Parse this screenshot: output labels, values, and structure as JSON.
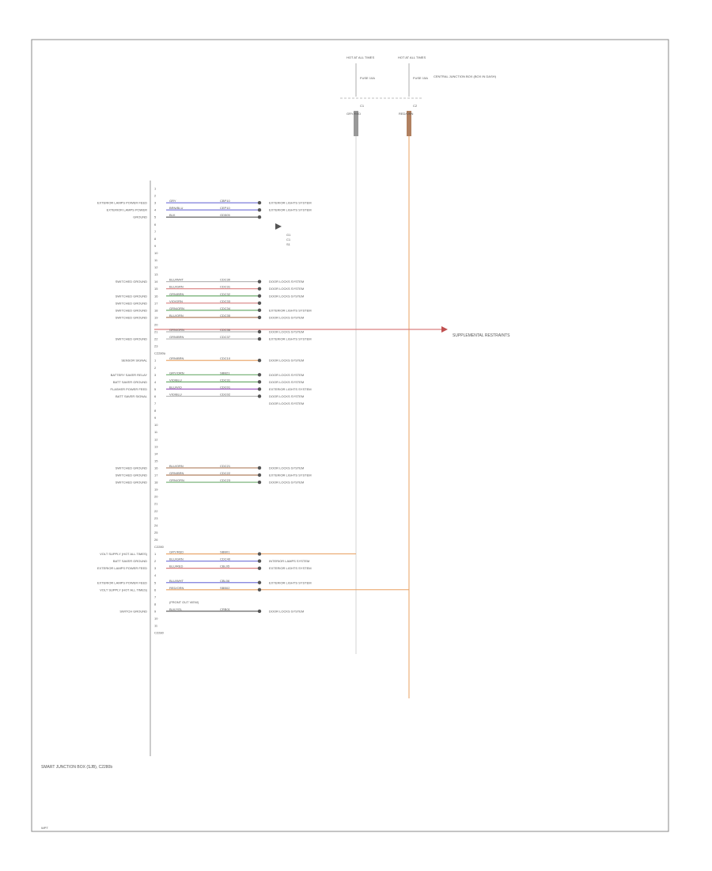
{
  "fuse_left": {
    "top_label": "HOT AT ALL TIMES",
    "fuse_name": "FUSE 10A",
    "pin": "C1",
    "wire_color": "GRY/RED"
  },
  "fuse_right": {
    "top_label": "HOT AT ALL TIMES",
    "fuse_name": "FUSE 15A",
    "note": "CENTRAL JUNCTION BOX (BOX IN DASH)",
    "pin": "C2",
    "wire_color": "RED/ORN"
  },
  "supplemental_label": "SUPPLEMENTAL RESTRAINTS",
  "module_label": "SMART JUNCTION BOX (SJB), C2280b",
  "footer_label": "WPT",
  "ground_labels": [
    "G1",
    "C1",
    "S1"
  ],
  "colors": {
    "blue": "#7d7ddb",
    "green": "#6fae6f",
    "red": "#d98080",
    "orange": "#e8a060",
    "purple": "#a060c0",
    "brown": "#b08060",
    "gray": "#b8b8b8",
    "dark": "#555555"
  },
  "rows": [
    {
      "pin": "1",
      "left": "",
      "wire": "",
      "circuit": "",
      "dest": "",
      "color": ""
    },
    {
      "pin": "2",
      "left": "",
      "wire": "",
      "circuit": "",
      "dest": "",
      "color": ""
    },
    {
      "pin": "3",
      "left": "EXTERIOR LAMPS POWER FEED",
      "wire": "GRY",
      "circuit": "CBP10",
      "dest": "EXTERIOR LIGHTS SYSTEM",
      "color": "blue"
    },
    {
      "pin": "4",
      "left": "EXTERIOR LAMPS POWER",
      "wire": "BRN/BLU",
      "circuit": "CEP10",
      "dest": "EXTERIOR LIGHTS SYSTEM",
      "color": "blue"
    },
    {
      "pin": "5",
      "left": "GROUND",
      "wire": "BLK",
      "circuit": "GD505",
      "dest": "",
      "color": "dark"
    },
    {
      "pin": "6",
      "left": "",
      "wire": "",
      "circuit": "",
      "dest": "",
      "color": ""
    },
    {
      "pin": "7",
      "left": "",
      "wire": "",
      "circuit": "",
      "dest": "",
      "color": ""
    },
    {
      "pin": "8",
      "left": "",
      "wire": "",
      "circuit": "",
      "dest": "",
      "color": ""
    },
    {
      "pin": "9",
      "left": "",
      "wire": "",
      "circuit": "",
      "dest": "",
      "color": ""
    },
    {
      "pin": "10",
      "left": "",
      "wire": "",
      "circuit": "",
      "dest": "",
      "color": ""
    },
    {
      "pin": "11",
      "left": "",
      "wire": "",
      "circuit": "",
      "dest": "",
      "color": ""
    },
    {
      "pin": "12",
      "left": "",
      "wire": "",
      "circuit": "",
      "dest": "",
      "color": ""
    },
    {
      "pin": "13",
      "left": "",
      "wire": "",
      "circuit": "",
      "dest": "",
      "color": ""
    },
    {
      "pin": "14",
      "left": "SWITCHED GROUND",
      "wire": "BLU/WHT",
      "circuit": "CDC30",
      "dest": "DOOR LOCKS SYSTEM",
      "color": "gray"
    },
    {
      "pin": "15",
      "left": "",
      "wire": "BLU/GRN",
      "circuit": "CDC31",
      "dest": "DOOR LOCKS SYSTEM",
      "color": "red"
    },
    {
      "pin": "16",
      "left": "SWITCHED GROUND",
      "wire": "GRN/BRN",
      "circuit": "CDC32",
      "dest": "DOOR LOCKS SYSTEM",
      "color": "green"
    },
    {
      "pin": "17",
      "left": "SWITCHED GROUND",
      "wire": "VIO/GRN",
      "circuit": "CDC33",
      "dest": "",
      "color": "red"
    },
    {
      "pin": "18",
      "left": "SWITCHED GROUND",
      "wire": "GRN/ORN",
      "circuit": "CDC34",
      "dest": "EXTERIOR LIGHTS SYSTEM",
      "color": "green"
    },
    {
      "pin": "19",
      "left": "SWITCHED GROUND",
      "wire": "BLU/ORN",
      "circuit": "CDC35",
      "dest": "DOOR LOCKS SYSTEM",
      "color": "brown"
    },
    {
      "pin": "20",
      "left": "",
      "wire": "",
      "circuit": "",
      "dest": "",
      "color": ""
    },
    {
      "pin": "21",
      "left": "",
      "wire": "GRN/ORN",
      "circuit": "CDC36",
      "dest": "DOOR LOCKS SYSTEM",
      "color": "gray"
    },
    {
      "pin": "22",
      "left": "SWITCHED GROUND",
      "wire": "GRN/BRN",
      "circuit": "CDC37",
      "dest": "EXTERIOR LIGHTS SYSTEM",
      "color": "gray"
    },
    {
      "pin": "23",
      "left": "",
      "wire": "",
      "circuit": "",
      "dest": "",
      "color": ""
    },
    {
      "pin": "C2280a",
      "left": "",
      "wire": "",
      "circuit": "",
      "dest": "",
      "color": ""
    },
    {
      "pin": "1",
      "left": "SENSOR SIGNAL",
      "wire": "ORN/BRN",
      "circuit": "CDC10",
      "dest": "DOOR LOCKS SYSTEM",
      "color": "orange"
    },
    {
      "pin": "2",
      "left": "",
      "wire": "",
      "circuit": "",
      "dest": "",
      "color": ""
    },
    {
      "pin": "3",
      "left": "BATTERY SAVER RELAY",
      "wire": "GRY/ORN",
      "circuit": "SBB21",
      "dest": "DOOR LOCKS SYSTEM",
      "color": "green"
    },
    {
      "pin": "4",
      "left": "BATT SAVER GROUND",
      "wire": "VIO/BLU",
      "circuit": "CDC31",
      "dest": "DOOR LOCKS SYSTEM",
      "color": "green"
    },
    {
      "pin": "5",
      "left": "FLASHER POWER FEED",
      "wire": "BLU/VIO",
      "circuit": "CDC01",
      "dest": "EXTERIOR LIGHTS SYSTEM",
      "color": "purple"
    },
    {
      "pin": "6",
      "left": "BATT SAVER SIGNAL",
      "wire": "VIO/BLU",
      "circuit": "CDC02",
      "dest": "DOOR LOCKS SYSTEM",
      "color": "gray"
    },
    {
      "pin": "7",
      "left": "",
      "wire": "",
      "circuit": "",
      "dest": "DOOR LOCKS SYSTEM",
      "color": ""
    },
    {
      "pin": "8",
      "left": "",
      "wire": "",
      "circuit": "",
      "dest": "",
      "color": ""
    },
    {
      "pin": "9",
      "left": "",
      "wire": "",
      "circuit": "",
      "dest": "",
      "color": ""
    },
    {
      "pin": "10",
      "left": "",
      "wire": "",
      "circuit": "",
      "dest": "",
      "color": ""
    },
    {
      "pin": "11",
      "left": "",
      "wire": "",
      "circuit": "",
      "dest": "",
      "color": ""
    },
    {
      "pin": "12",
      "left": "",
      "wire": "",
      "circuit": "",
      "dest": "",
      "color": ""
    },
    {
      "pin": "13",
      "left": "",
      "wire": "",
      "circuit": "",
      "dest": "",
      "color": ""
    },
    {
      "pin": "14",
      "left": "",
      "wire": "",
      "circuit": "",
      "dest": "",
      "color": ""
    },
    {
      "pin": "15",
      "left": "",
      "wire": "",
      "circuit": "",
      "dest": "",
      "color": ""
    },
    {
      "pin": "16",
      "left": "SWITCHED GROUND",
      "wire": "BLU/ORN",
      "circuit": "CDC21",
      "dest": "DOOR LOCKS SYSTEM",
      "color": "brown"
    },
    {
      "pin": "17",
      "left": "SWITCHED GROUND",
      "wire": "GRN/BRN",
      "circuit": "CDC22",
      "dest": "EXTERIOR LIGHTS SYSTEM",
      "color": "brown"
    },
    {
      "pin": "18",
      "left": "SWITCHED GROUND",
      "wire": "GRN/ORN",
      "circuit": "CDC23",
      "dest": "DOOR LOCKS SYSTEM",
      "color": "green"
    },
    {
      "pin": "19",
      "left": "",
      "wire": "",
      "circuit": "",
      "dest": "",
      "color": ""
    },
    {
      "pin": "20",
      "left": "",
      "wire": "",
      "circuit": "",
      "dest": "",
      "color": ""
    },
    {
      "pin": "21",
      "left": "",
      "wire": "",
      "circuit": "",
      "dest": "",
      "color": ""
    },
    {
      "pin": "22",
      "left": "",
      "wire": "",
      "circuit": "",
      "dest": "",
      "color": ""
    },
    {
      "pin": "23",
      "left": "",
      "wire": "",
      "circuit": "",
      "dest": "",
      "color": ""
    },
    {
      "pin": "24",
      "left": "",
      "wire": "",
      "circuit": "",
      "dest": "",
      "color": ""
    },
    {
      "pin": "25",
      "left": "",
      "wire": "",
      "circuit": "",
      "dest": "",
      "color": ""
    },
    {
      "pin": "26",
      "left": "",
      "wire": "",
      "circuit": "",
      "dest": "",
      "color": ""
    },
    {
      "pin": "C2280",
      "left": "",
      "wire": "",
      "circuit": "",
      "dest": "",
      "color": ""
    },
    {
      "pin": "1",
      "left": "VOLT SUPPLY (HOT ALL TIMES)",
      "wire": "GRY/RED",
      "circuit": "SBB01",
      "dest": "",
      "color": "orange"
    },
    {
      "pin": "2",
      "left": "BATT SAVER GROUND",
      "wire": "BLU/GRN",
      "circuit": "CDC40",
      "dest": "INTERIOR LAMPS SYSTEM",
      "color": "blue"
    },
    {
      "pin": "3",
      "left": "EXTERIOR LAMPS POWER FEED",
      "wire": "BLU/RED",
      "circuit": "CBL05",
      "dest": "EXTERIOR LIGHTS SYSTEM",
      "color": "red"
    },
    {
      "pin": "4",
      "left": "",
      "wire": "",
      "circuit": "",
      "dest": "",
      "color": ""
    },
    {
      "pin": "5",
      "left": "EXTERIOR LAMPS POWER FEED",
      "wire": "BLU/WHT",
      "circuit": "CBL06",
      "dest": "EXTERIOR LIGHTS SYSTEM",
      "color": "blue"
    },
    {
      "pin": "6",
      "left": "VOLT SUPPLY (HOT ALL TIMES)",
      "wire": "RED/ORN",
      "circuit": "SBB02",
      "dest": "",
      "color": "orange"
    },
    {
      "pin": "7",
      "left": "",
      "wire": "",
      "circuit": "",
      "dest": "",
      "color": ""
    },
    {
      "pin": "8",
      "left": "",
      "wire": "(FRONT OUT VIEW)",
      "circuit": "",
      "dest": "",
      "color": ""
    },
    {
      "pin": "9",
      "left": "SWITCH GROUND",
      "wire": "BLK/YEL",
      "circuit": "CRB01",
      "dest": "DOOR LOCKS SYSTEM",
      "color": "dark"
    },
    {
      "pin": "10",
      "left": "",
      "wire": "",
      "circuit": "",
      "dest": "",
      "color": ""
    },
    {
      "pin": "11",
      "left": "",
      "wire": "",
      "circuit": "",
      "dest": "",
      "color": ""
    },
    {
      "pin": "C2280",
      "left": "",
      "wire": "",
      "circuit": "",
      "dest": "",
      "color": ""
    }
  ]
}
